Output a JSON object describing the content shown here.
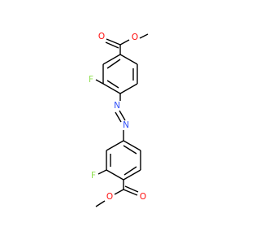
{
  "molecule": {
    "colors": {
      "bond": "#000000",
      "oxygen": "#ff0d0d",
      "fluorine": "#90e050",
      "nitrogen": "#3050f8"
    },
    "atoms": {
      "o_carbonyl_top": "O",
      "o_ester_top": "O",
      "f_top": "F",
      "n_upper": "N",
      "n_lower": "N",
      "f_bottom": "F",
      "o_ester_bottom": "O",
      "o_carbonyl_bottom": "O"
    }
  }
}
